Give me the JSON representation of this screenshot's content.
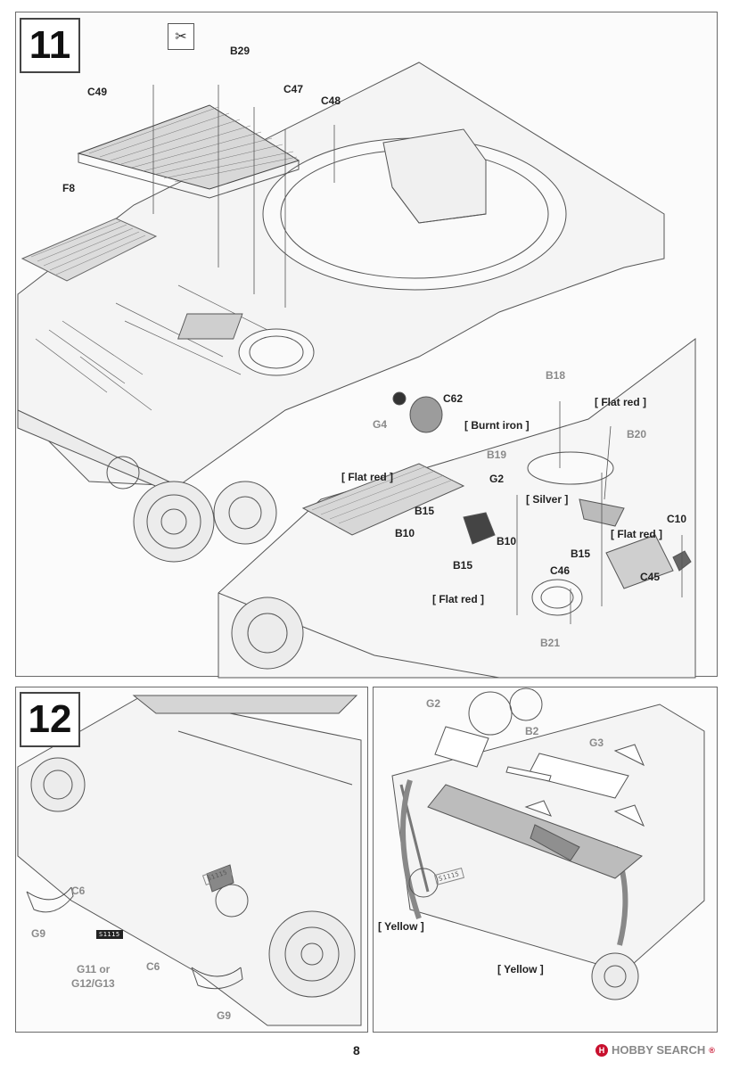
{
  "page": {
    "number": "8"
  },
  "watermark": {
    "brand_text": "HOBBY SEARCH",
    "logo_glyph": "H",
    "registered_mark": "®",
    "accent": "#c8102e"
  },
  "step11": {
    "number": "11",
    "parts": [
      "C49",
      "B29",
      "C47",
      "C48",
      "F8",
      "C62",
      "G4",
      "B18",
      "B20",
      "B19",
      "G2",
      "B15",
      "B15",
      "B10",
      "B10",
      "B15",
      "C46",
      "C10",
      "C45",
      "B21"
    ],
    "notes": {
      "burnt_iron": "[ Burnt iron ]",
      "flat_red_1": "[ Flat red ]",
      "flat_red_2": "[ Flat red ]",
      "flat_red_3": "[ Flat red ]",
      "flat_red_4": "[ Flat red ]",
      "silver": "[ Silver ]"
    }
  },
  "step12": {
    "number": "12",
    "parts": {
      "c6_a": "C6",
      "g9_a": "G9",
      "g11": "G11 or",
      "g12": "G12/G13",
      "c6_b": "C6",
      "g9_b": "G9",
      "g2": "G2",
      "b2": "B2",
      "g3": "G3"
    },
    "notes": {
      "yellow_1": "[ Yellow ]",
      "yellow_2": "[ Yellow ]"
    },
    "plates": {
      "plate_a": "S1115",
      "plate_b": "S1115",
      "plate_c": "S1115"
    }
  }
}
